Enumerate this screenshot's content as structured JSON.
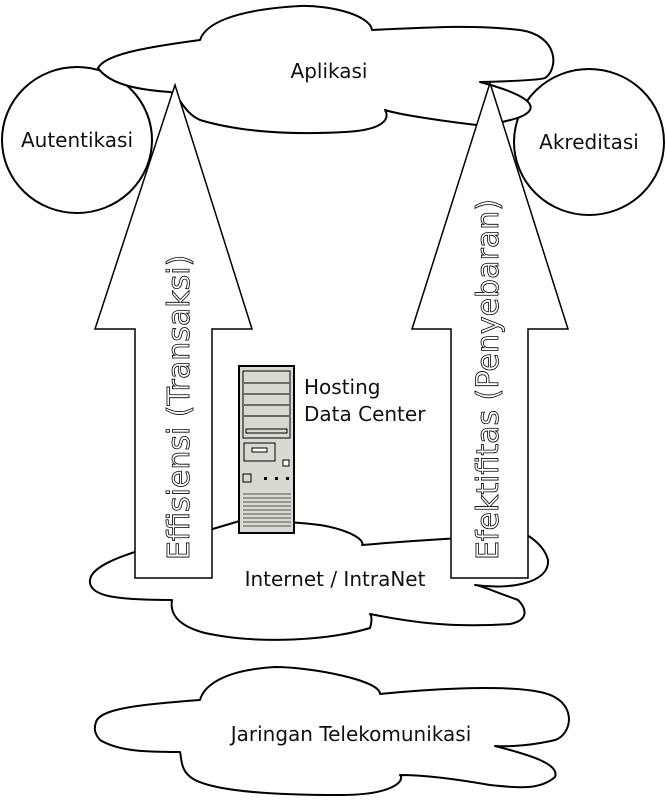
{
  "diagram": {
    "clouds": {
      "aplikasi": "Aplikasi",
      "internet": "Internet / IntraNet",
      "telekom": "Jaringan Telekomunikasi"
    },
    "circles": {
      "autentikasi": "Autentikasi",
      "akreditasi": "Akreditasi"
    },
    "arrows": {
      "left": "Effisiensi (Transaksi)",
      "right": "Efektifitas (Penyebaran)"
    },
    "server": {
      "icon": "server-tower-icon",
      "line1": "Hosting",
      "line2": "Data Center"
    },
    "colors": {
      "stroke": "#000000",
      "server_body": "#d9d9d0",
      "background": "#ffffff"
    }
  }
}
